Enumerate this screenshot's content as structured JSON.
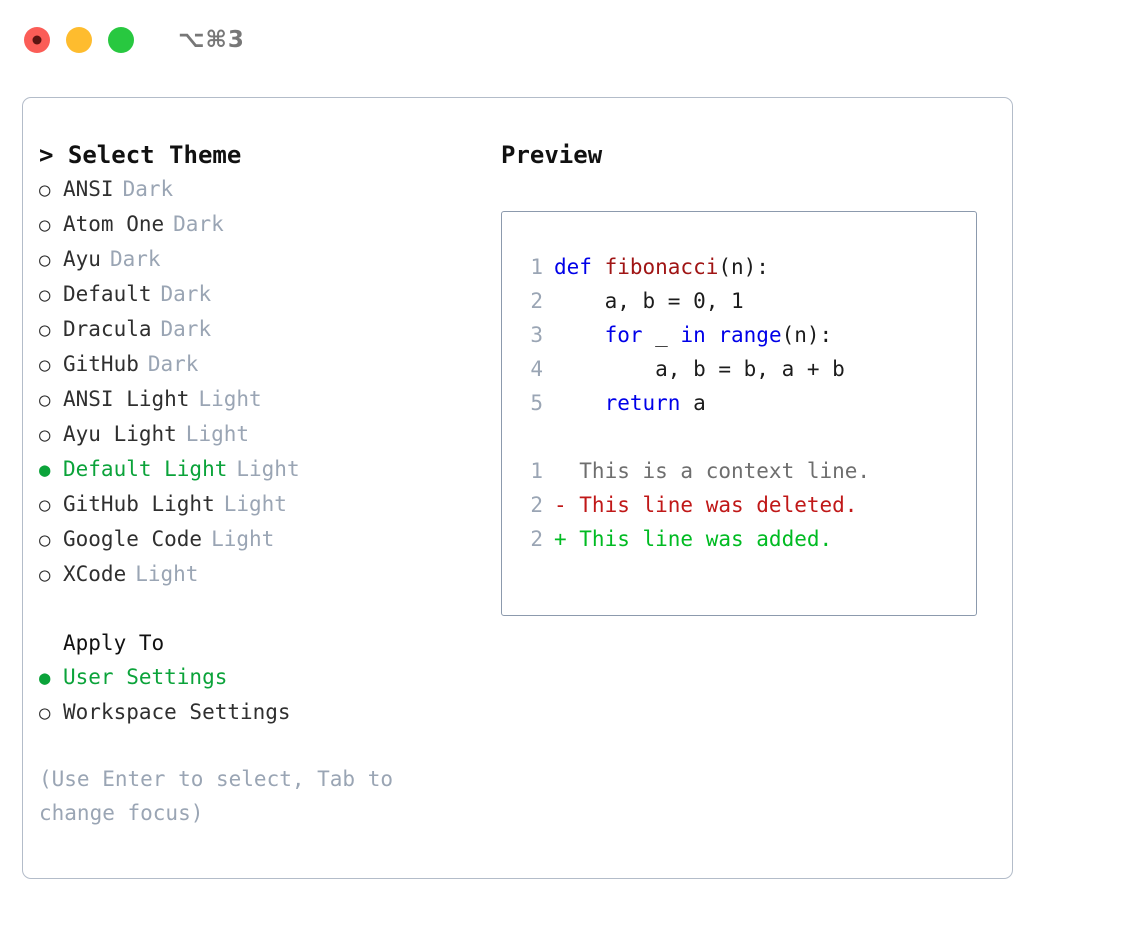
{
  "titlebar": {
    "shortcut": "⌥⌘3",
    "buttons": [
      {
        "name": "close",
        "color": "#fb5d57"
      },
      {
        "name": "minimize",
        "color": "#febc2e"
      },
      {
        "name": "maximize",
        "color": "#28c840"
      }
    ]
  },
  "colors": {
    "accent_green": "#0ba33a",
    "muted": "#9aa5b4",
    "border": "#b3bcc9",
    "code_border": "#8c9aad",
    "keyword": "#0000e8",
    "function": "#a01515",
    "diff_add": "#00bb22",
    "diff_del": "#c01818",
    "diff_context": "#6e6e6e"
  },
  "glyphs": {
    "selected": "●",
    "unselected": "○",
    "prompt": ">"
  },
  "theme_section": {
    "heading": "> Select Theme",
    "options": [
      {
        "label": "ANSI",
        "kind": "Dark",
        "selected": false
      },
      {
        "label": "Atom One",
        "kind": "Dark",
        "selected": false
      },
      {
        "label": "Ayu",
        "kind": "Dark",
        "selected": false
      },
      {
        "label": "Default",
        "kind": "Dark",
        "selected": false
      },
      {
        "label": "Dracula",
        "kind": "Dark",
        "selected": false
      },
      {
        "label": "GitHub",
        "kind": "Dark",
        "selected": false
      },
      {
        "label": "ANSI Light",
        "kind": "Light",
        "selected": false
      },
      {
        "label": "Ayu Light",
        "kind": "Light",
        "selected": false
      },
      {
        "label": "Default Light",
        "kind": "Light",
        "selected": true
      },
      {
        "label": "GitHub Light",
        "kind": "Light",
        "selected": false
      },
      {
        "label": "Google Code",
        "kind": "Light",
        "selected": false
      },
      {
        "label": "XCode",
        "kind": "Light",
        "selected": false
      }
    ]
  },
  "apply_section": {
    "heading": "Apply To",
    "options": [
      {
        "label": "User Settings",
        "selected": true
      },
      {
        "label": "Workspace Settings",
        "selected": false
      }
    ]
  },
  "hint": "(Use Enter to select, Tab to change focus)",
  "preview": {
    "title": "Preview",
    "code_lines": [
      {
        "lineno": "1",
        "tokens": [
          {
            "text": "def ",
            "style": "kw"
          },
          {
            "text": "fibonacci",
            "style": "fn"
          },
          {
            "text": "(n):",
            "style": "plain"
          }
        ]
      },
      {
        "lineno": "2",
        "tokens": [
          {
            "text": "    a, b = 0, 1",
            "style": "plain"
          }
        ]
      },
      {
        "lineno": "3",
        "tokens": [
          {
            "text": "    ",
            "style": "plain"
          },
          {
            "text": "for",
            "style": "kw"
          },
          {
            "text": " _ ",
            "style": "plain"
          },
          {
            "text": "in range",
            "style": "kw"
          },
          {
            "text": "(n):",
            "style": "plain"
          }
        ]
      },
      {
        "lineno": "4",
        "tokens": [
          {
            "text": "        a, b = b, a + b",
            "style": "plain"
          }
        ]
      },
      {
        "lineno": "5",
        "tokens": [
          {
            "text": "    ",
            "style": "plain"
          },
          {
            "text": "return",
            "style": "kw"
          },
          {
            "text": " a",
            "style": "plain"
          }
        ]
      }
    ],
    "diff_lines": [
      {
        "lineno": "1",
        "marker": " ",
        "text": "  This is a context line.",
        "style": "ctx"
      },
      {
        "lineno": "2",
        "marker": "-",
        "text": "- This line was deleted.",
        "style": "del"
      },
      {
        "lineno": "2",
        "marker": "+",
        "text": "+ This line was added.",
        "style": "add"
      }
    ]
  }
}
